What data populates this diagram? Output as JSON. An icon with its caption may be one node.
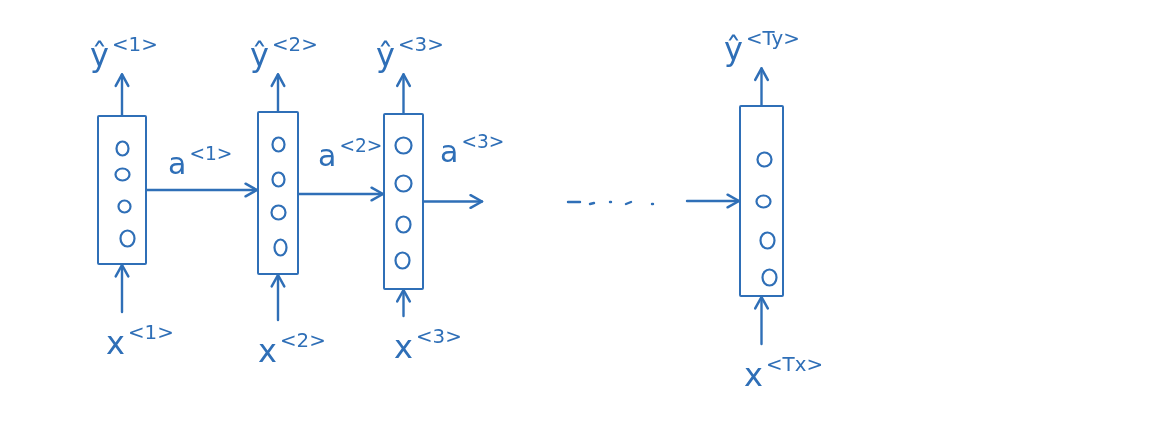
{
  "diagram": {
    "nodes": [
      {
        "text": [
          "ŷ$^{<1>}$"
        ]
      },
      {
        "text": [
          "ŷ$^{<2>}$"
        ]
      },
      {
        "text": [
          "ŷ$^{<3>}$"
        ]
      },
      {
        "text": [
          "ŷ$^{<Ty>}$"
        ]
      },
      {
        "text": [],
        "shape": "box"
      },
      {
        "text": [],
        "shape": "box"
      },
      {
        "text": [],
        "shape": "box"
      },
      {
        "text": [],
        "shape": "box"
      },
      {
        "text": [
          "x$^{<1>}$"
        ]
      },
      {
        "text": [
          "x$^{<2>}$"
        ]
      },
      {
        "text": [
          "x$^{<3>}$"
        ]
      },
      {
        "text": [
          "x$^{<Tx>}$"
        ]
      }
    ],
    "edges": [
      {
        "from": 8,
        "to": 4,
        "arrow": "to"
      },
      {
        "from": 4,
        "to": 0,
        "arrow": "to"
      },
      {
        "from": 9,
        "to": 5,
        "arrow": "to"
      },
      {
        "from": 5,
        "to": 1,
        "arrow": "to"
      },
      {
        "from": 10,
        "to": 6,
        "arrow": "to"
      },
      {
        "from": 6,
        "to": 2,
        "arrow": "to"
      },
      {
        "from": 11,
        "to": 7,
        "arrow": "to"
      },
      {
        "from": 7,
        "to": 3,
        "arrow": "to"
      },
      {
        "from": 4,
        "to": 5,
        "arrow": "to",
        "label": "a$^{<1>}$"
      },
      {
        "from": 5,
        "to": 6,
        "arrow": "to",
        "label": "a$^{<2>}$"
      },
      {
        "from": 6,
        "to": null,
        "arrow": "to",
        "label": "a$^{<3>}$"
      },
      {
        "from": null,
        "to": 7,
        "arrow": "to"
      }
    ]
  }
}
